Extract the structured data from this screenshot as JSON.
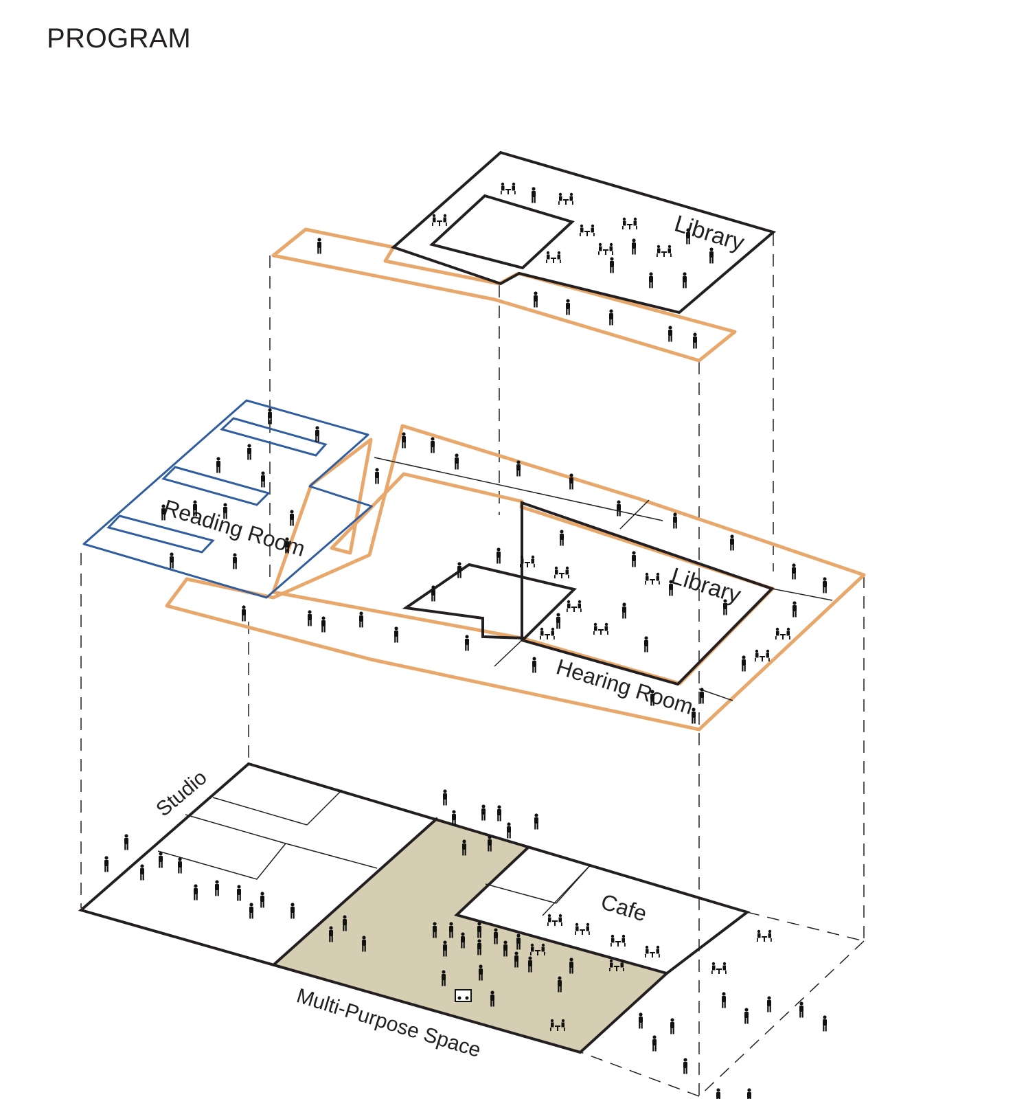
{
  "title": "PROGRAM",
  "labels": {
    "library_top": "Library",
    "reading_room": "Reading Room",
    "library_mid": "Library",
    "hearing_room": "Hearing Room",
    "studio": "Studio",
    "cafe": "Cafe",
    "multi_purpose": "Multi-Purpose Space"
  },
  "colors": {
    "line": "#231f20",
    "circulation": "#e8a86b",
    "reading_room": "#2f5d9e",
    "multi_purpose_fill": "#d6ceb2"
  }
}
